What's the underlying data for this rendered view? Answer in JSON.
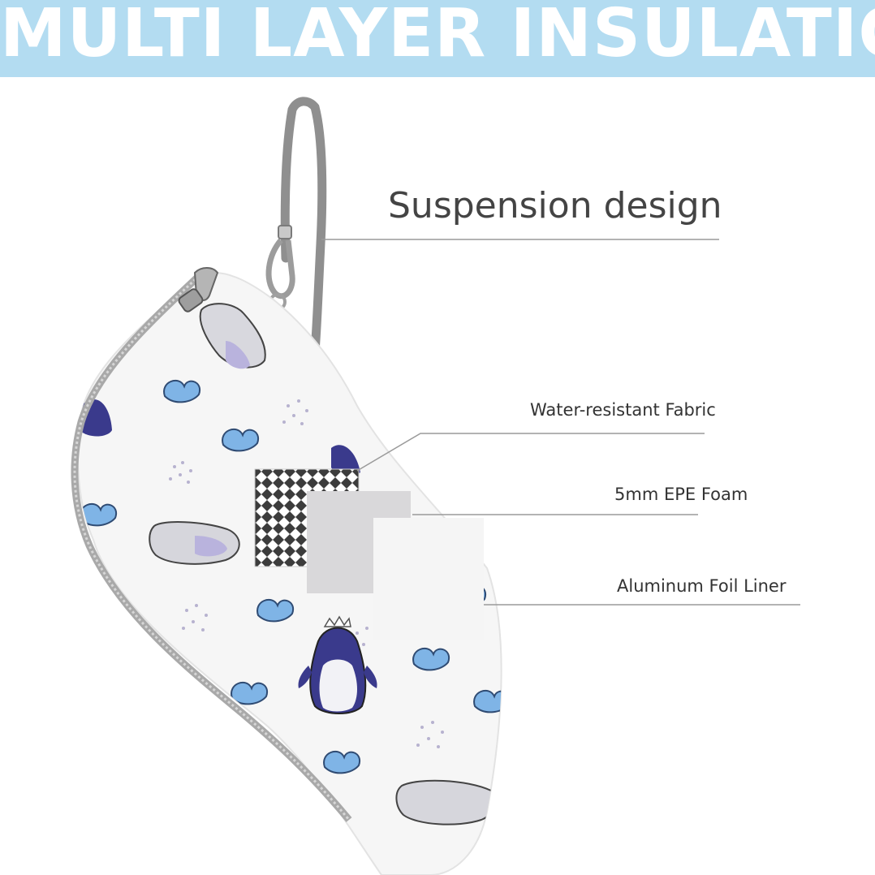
{
  "banner": {
    "title": "MULTI LAYER INSULATION",
    "background_color": "#b3dcf1",
    "text_color": "#ffffff"
  },
  "labels": {
    "suspension": "Suspension design",
    "fabric": "Water-resistant Fabric",
    "foam": "5mm EPE Foam",
    "foil": "Aluminum Foil Liner"
  },
  "colors": {
    "pattern_blue": "#7fb4e6",
    "penguin_navy": "#3a3a8c",
    "strap_gray": "#8f8f8f",
    "callout_line": "#9a9a9a"
  }
}
